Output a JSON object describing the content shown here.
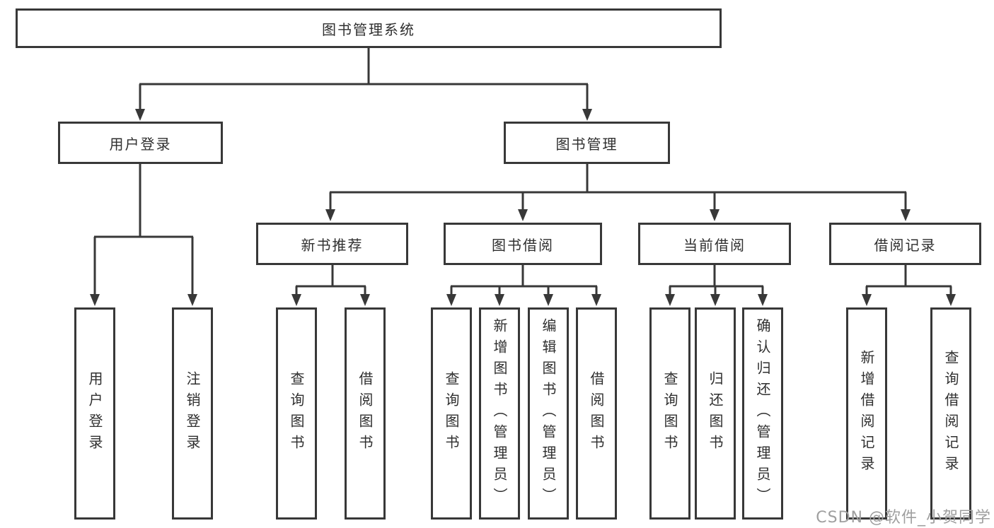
{
  "diagram": {
    "root": "图书管理系统",
    "branches": {
      "user_login": "用户登录",
      "book_mgmt": "图书管理"
    },
    "sections": {
      "new_book_rec": "新书推荐",
      "book_borrow": "图书借阅",
      "current_borrow": "当前借阅",
      "borrow_records": "借阅记录"
    },
    "leaves": {
      "ul_login": "用户登录",
      "ul_logout": "注销登录",
      "nb_query": "查询图书",
      "nb_borrow": "借阅图书",
      "bb_query": "查询图书",
      "bb_add": "新增图书（管理员）",
      "bb_edit": "编辑图书（管理员）",
      "bb_borrow": "借阅图书",
      "cb_query": "查询图书",
      "cb_return": "归还图书",
      "cb_confirm": "确认归还（管理员）",
      "br_add": "新增借阅记录",
      "br_query": "查询借阅记录"
    }
  },
  "watermark": "CSDN @软件_小贺同学",
  "colors": {
    "line": "#383838",
    "text": "#2f2f2f",
    "background": "#ffffff",
    "watermark": "#9f9f9f"
  }
}
